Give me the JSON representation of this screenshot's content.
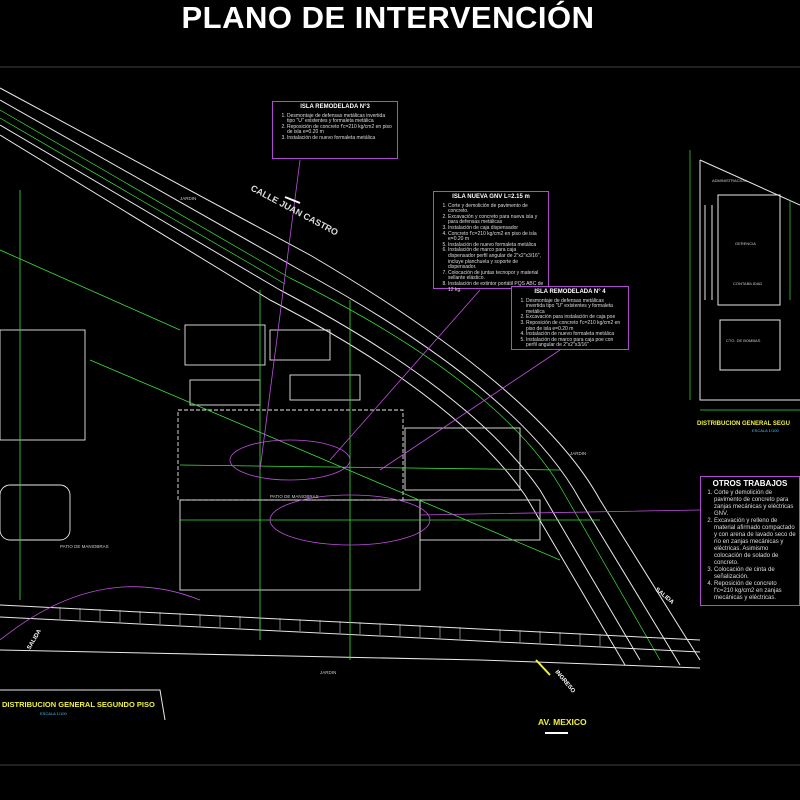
{
  "title": "PLANO DE INTERVENCIÓN",
  "streets": {
    "calle": "CALLE  JUAN CASTRO",
    "avenida": "AV. MEXICO",
    "ingreso": "INGRESO",
    "salida": "SALIDA"
  },
  "areas": {
    "patio_top": "PATIO DE MANIOBRAS",
    "patio_bottom": "PATIO DE MANIOBRAS",
    "jardin_top": "JARDIN",
    "jardin_bottom": "JARDIN",
    "jardin_right": "JARDIN",
    "administracion": "ADMINISTRACION",
    "gerencia": "GERENCIA",
    "contabilidad": "CONTABILIDAD",
    "cto_bombas": "CTO. DE BOMBAS"
  },
  "drawing_titles": {
    "left": "DISTRIBUCION GENERAL SEGUNDO PISO",
    "left_scale": "ESCALA 1/100",
    "right": "DISTRIBUCION GENERAL SEGU",
    "right_scale": "ESCALA 1/100"
  },
  "notes": {
    "isla3": {
      "title": "ISLA REMODELADA N°3",
      "items": [
        "Desmontaje de defensas metálicas invertida tipo \"U\" existentes y formaleta metálica",
        "Reposición de concreto f'c=210 kg/cm2 en piso de isla e=0.20 m",
        "Instalación de nuevo formaleta metálica"
      ]
    },
    "gnv": {
      "title": "ISLA NUEVA GNV L=2.15 m",
      "items": [
        "Corte y demolición de pavimento de concreto.",
        "Excavación y concreto para nueva isla y para defensas metálicas",
        "Instalación de caja dispensador",
        "Concreto f'c=210 kg/cm2 en piso de isla e=0.20 m",
        "Instalación de nuevo formaleta metálica",
        "Instalación de marco para caja dispensador perfil angular de 2\"x2\"x3/16\", incluye planchuela y soporte de dispensador.",
        "Colocación de juntas tecnopor y material sellante elástico.",
        "Instalación de extintor portátil PQS ABC de 12 kg."
      ]
    },
    "isla4": {
      "title": "ISLA REMODELADA N° 4",
      "items": [
        "Desmontaje de defensas metálicas invertida tipo \"U\" existentes y formaleta metálica",
        "Excavación para instalación de caja poe",
        "Reposición de concreto f'c=210 kg/cm2 en piso de isla e=0.20 m",
        "Instalación de nuevo formaleta metálica",
        "Instalación de marco para caja poe con perfil angular de 2\"x2\"x3/16\""
      ]
    },
    "otros": {
      "title": "OTROS TRABAJOS",
      "items": [
        "Corte y demolición de pavimento de concreto para zanjas mecánicas y eléctricas GNV.",
        "Excavación y relleno de material afirmado compactado y con arena de lavado seco de río en zanjas mecánicas y eléctricas. Asimismo colocación de solado de concreto.",
        "Colocación de cinta de señalización.",
        "Reposición de concreto f'c=210 kg/cm2 en zanjas mecánicas y eléctricas."
      ]
    }
  },
  "colors": {
    "background": "#000000",
    "linework": "#e8e8e8",
    "green": "#3de03d",
    "magenta": "#c050e0",
    "yellow": "#f0f040",
    "cyan": "#40c0ff"
  }
}
